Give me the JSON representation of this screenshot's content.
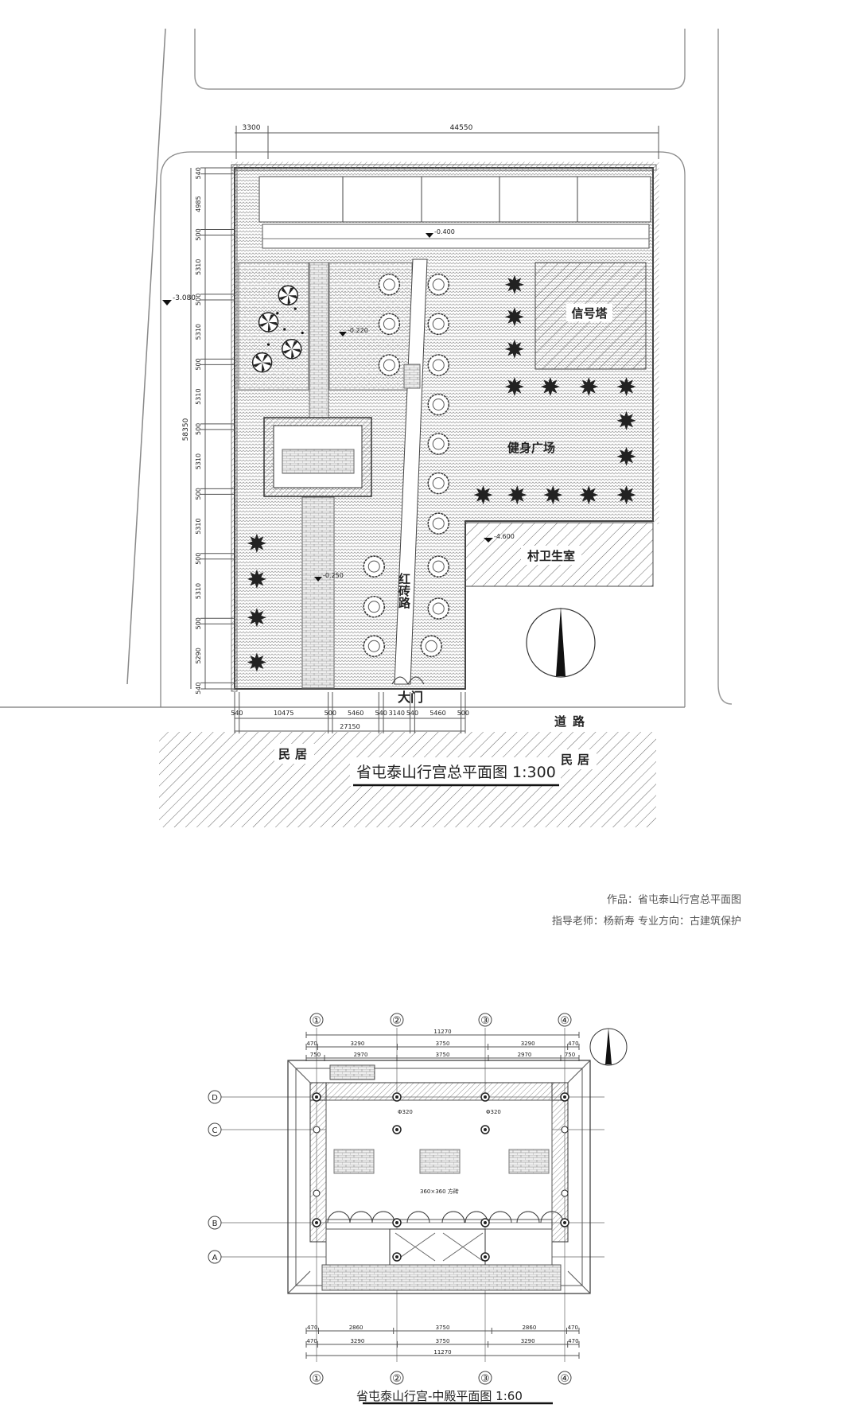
{
  "site_plan": {
    "title": "省屯泰山行宫总平面图 1:300",
    "labels": {
      "signal_tower": "信号塔",
      "fitness_square": "健身广场",
      "village_clinic": "村卫生室",
      "red_brick_road": "红砖路",
      "main_gate": "大门",
      "road": "道路",
      "residence_left": "民居",
      "residence_right": "民居"
    },
    "dims_top": [
      "3300",
      "44550"
    ],
    "dims_bottom": [
      "540",
      "10475",
      "500",
      "5460",
      "540",
      "3140",
      "540",
      "5460",
      "500"
    ],
    "dim_bottom_total": "27150",
    "dims_left": [
      "540",
      "4985",
      "500",
      "5310",
      "500",
      "5310",
      "500",
      "5310",
      "500",
      "5310",
      "500",
      "5310",
      "500",
      "5310",
      "500",
      "5290",
      "540"
    ],
    "dim_left_total": "58350",
    "elevations": [
      "-3.080",
      "-0.220",
      "-0.250",
      "-0.400",
      "-4.600"
    ]
  },
  "credits": {
    "work": "作品：省屯泰山行宫总平面图",
    "advisor": "指导老师：杨新寿 专业方向：古建筑保护"
  },
  "hall_plan": {
    "title": "省屯泰山行宫-中殿平面图 1:60",
    "axes_cols": [
      "①",
      "②",
      "③",
      "④"
    ],
    "axes_rows": [
      "D",
      "C",
      "B",
      "A"
    ],
    "dims_top": {
      "total": "11270",
      "row1": [
        "470",
        "3290",
        "3750",
        "3290",
        "470"
      ],
      "row2": [
        "750",
        "2970",
        "3750",
        "2970",
        "750"
      ]
    },
    "dims_bottom": {
      "row1": [
        "470",
        "2860",
        "3750",
        "2860",
        "470"
      ],
      "row2": [
        "470",
        "3290",
        "3750",
        "3290",
        "470"
      ],
      "total": "11270"
    },
    "column_tag": "Φ320",
    "paving_tag": "360×360 方砖"
  }
}
